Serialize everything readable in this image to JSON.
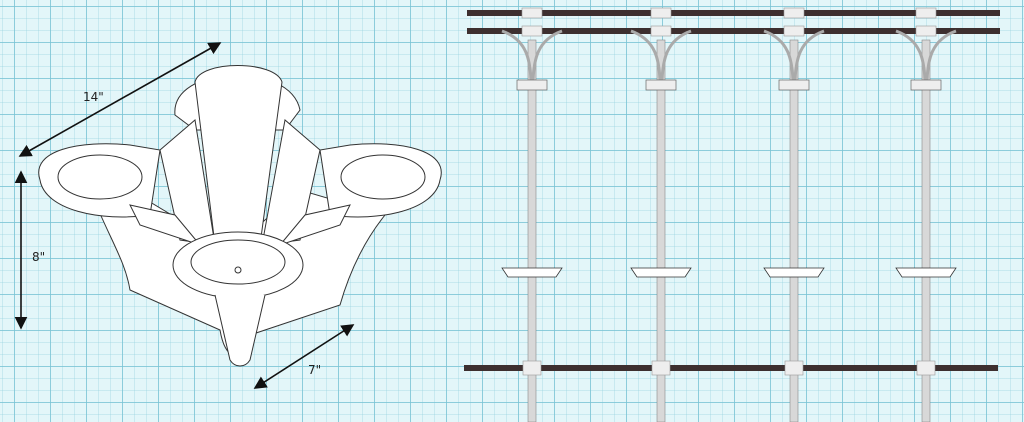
{
  "pot_view": {
    "dimension_width": "14\"",
    "dimension_height": "8\"",
    "dimension_depth": "7\""
  },
  "tower_view": {
    "tower_count": 4,
    "tiers_per_tower": 5
  },
  "colors": {
    "bar": "#3d2f2f",
    "line": "#333333",
    "fill": "#ffffff",
    "pipe": "#d8d8d8"
  }
}
